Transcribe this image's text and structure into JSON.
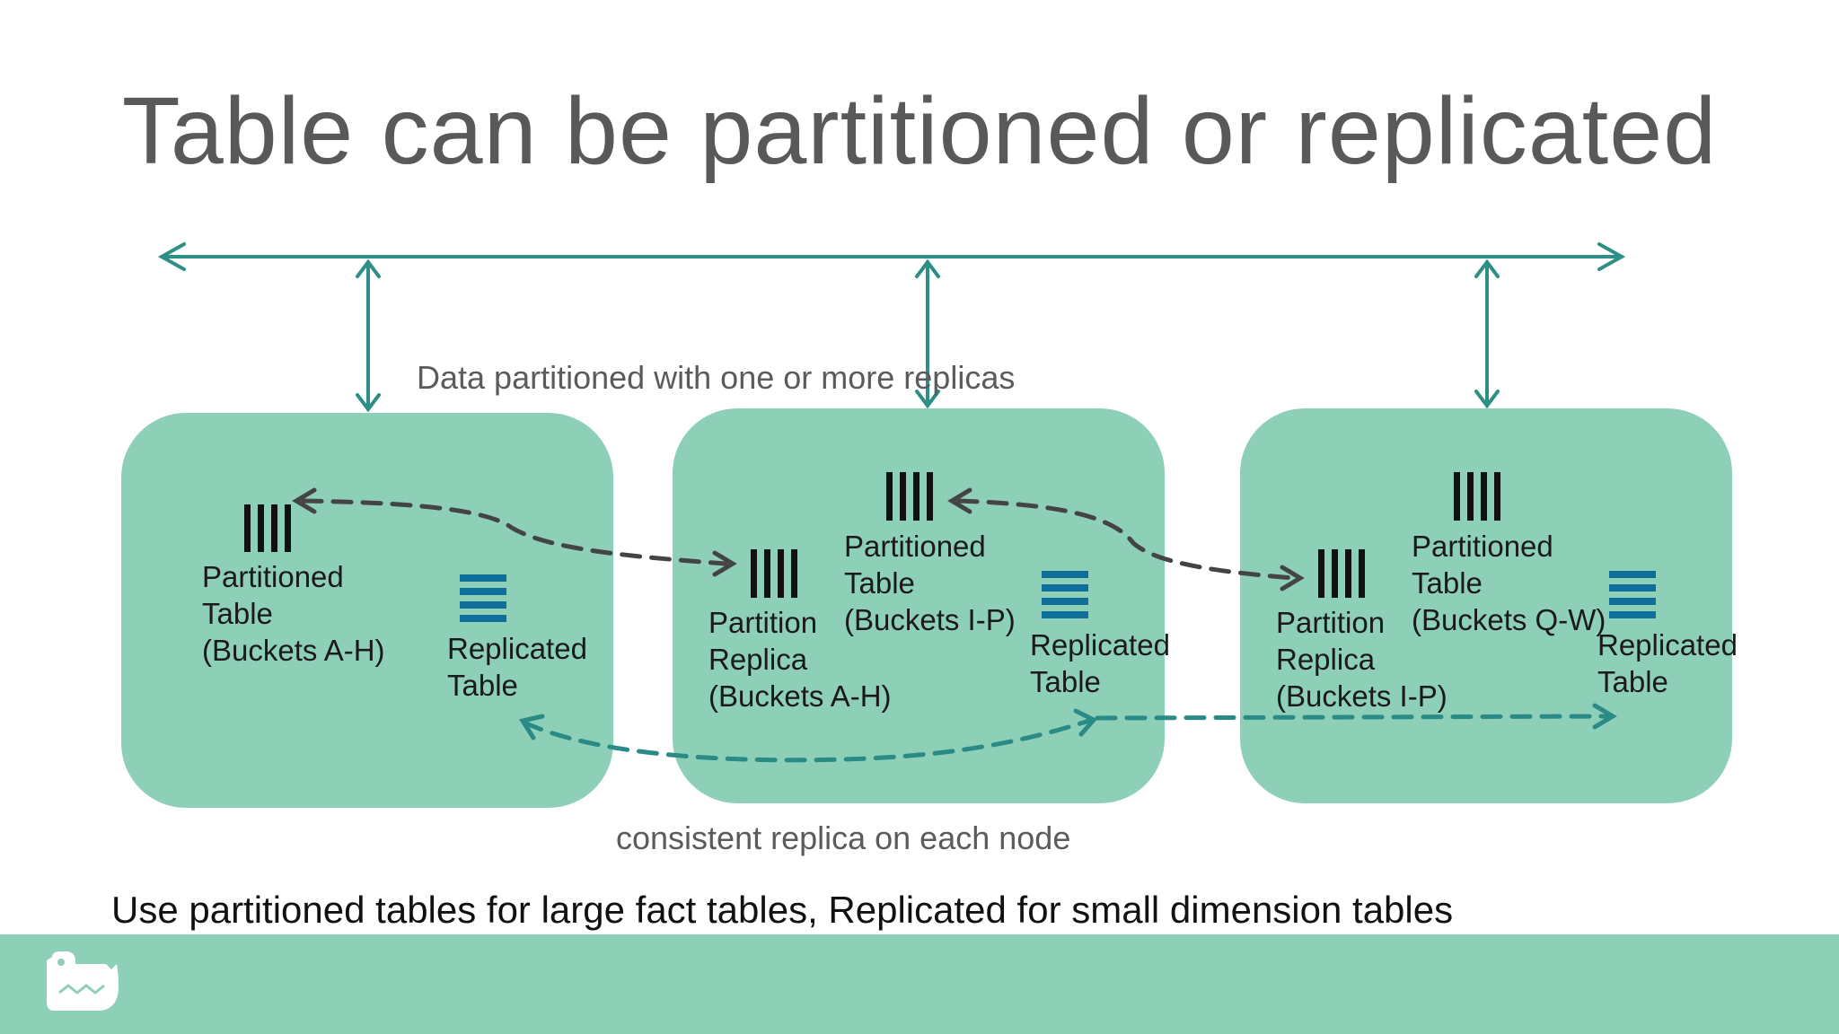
{
  "slide": {
    "title": "Table can be partitioned or replicated",
    "top_caption": "Data partitioned with one or more replicas",
    "bottom_caption": "consistent replica on each node",
    "footer_text": "Use partitioned tables for large fact tables, Replicated for small dimension tables"
  },
  "nodes": [
    {
      "partitioned_label": "Partitioned\nTable\n(Buckets A-H)",
      "replicated_label": "Replicated\nTable"
    },
    {
      "partitioned_label": "Partitioned\nTable\n(Buckets I-P)",
      "replica_label": "Partition\nReplica\n(Buckets A-H)",
      "replicated_label": "Replicated\nTable"
    },
    {
      "partitioned_label": "Partitioned\nTable\n(Buckets Q-W)",
      "replica_label": "Partition\nReplica\n(Buckets I-P)",
      "replicated_label": "Replicated\nTable"
    }
  ],
  "colors": {
    "node_fill": "#8ecfb8",
    "bus_line": "#2e8f86",
    "replica_arrow": "#444444",
    "replicated_arrow": "#2a8a86",
    "replicated_icon": "#0e6f9a",
    "partition_icon": "#111111",
    "title_text": "#59585a"
  },
  "icons": {
    "partitioned": "vertical-bars-icon",
    "replicated": "horizontal-bars-icon",
    "logo": "gecko-logo-icon"
  }
}
